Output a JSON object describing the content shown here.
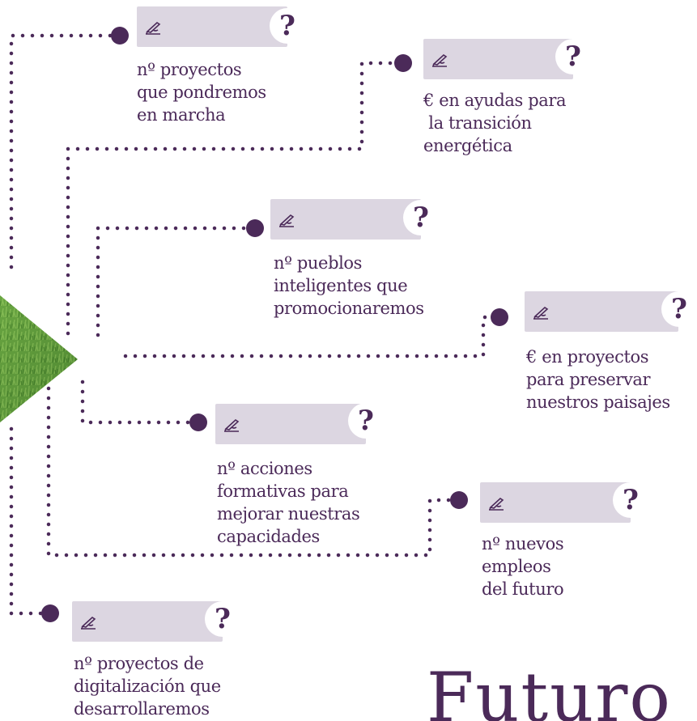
{
  "colors": {
    "accent": "#4b2a59",
    "card": "#dcd6e1",
    "grass": "#5a9a3a"
  },
  "icons": {
    "card_icon": "writing-hand-icon",
    "card_badge": "question-mark-icon"
  },
  "items": [
    {
      "badge": "?",
      "label": "nº proyectos\nque pondremos\nen marcha"
    },
    {
      "badge": "?",
      "label": "€ en ayudas para\n la transición\nenergética"
    },
    {
      "badge": "?",
      "label": "nº pueblos\ninteligentes que\npromocionaremos"
    },
    {
      "badge": "?",
      "label": "€ en proyectos\npara preservar\nnuestros paisajes"
    },
    {
      "badge": "?",
      "label": "nº acciones\nformativas para\nmejorar nuestras\ncapacidades"
    },
    {
      "badge": "?",
      "label": "nº nuevos\nempleos\ndel futuro"
    },
    {
      "badge": "?",
      "label": "nº proyectos de\ndigitalización que\ndesarrollaremos"
    }
  ],
  "footer_title": "Futuro"
}
